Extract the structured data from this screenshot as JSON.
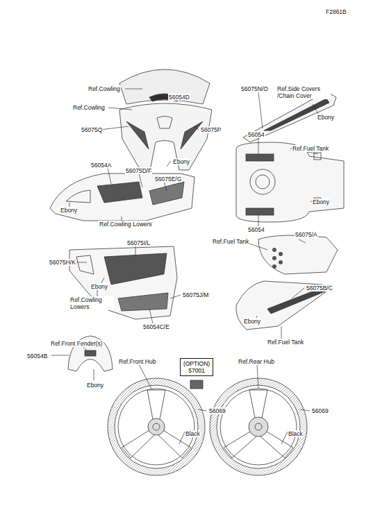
{
  "diagram": {
    "nodes": [
      {
        "text": [
          "(OPTION)",
          "57001"
        ]
      }
    ],
    "labels": [
      "F2861B",
      "Ref.Cowling",
      "56054D",
      "Ref.Cowling",
      "56075Q",
      "56075P",
      "Ebony",
      "56075N/O",
      "Ref.Side Covers /Chain Cover",
      "Ebony",
      "56054",
      "Ref.Fuel Tank",
      "Ebony",
      "56054",
      "56054A",
      "56075D/F",
      "56075E/G",
      "Ebony",
      "Ref.Cowling Lowers",
      "56075/A",
      "Ref.Fuel Tank",
      "56075I/L",
      "56075H/K",
      "Ebony",
      "Ref.Cowling Lowers",
      "56075J/M",
      "56054C/E",
      "56075B/C",
      "Ebony",
      "Ref.Fuel Tank",
      "Ref.Front Fender(s)",
      "56054B",
      "Ebony",
      "Ref.Front Hub",
      "Ref.Rear Hub",
      "56069",
      "Black",
      "56069",
      "Black"
    ]
  }
}
